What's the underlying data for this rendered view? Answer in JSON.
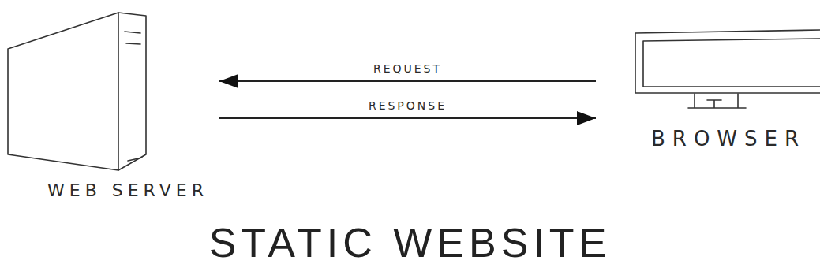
{
  "diagram": {
    "title": "STATIC WEBSITE",
    "nodes": [
      {
        "text": [
          "WEB SERVER"
        ]
      },
      {
        "text": [
          "BROWSER"
        ]
      }
    ],
    "edges": [
      {
        "from": 1,
        "to": 0,
        "label": "REQUEST",
        "arrow": "to"
      },
      {
        "from": 0,
        "to": 1,
        "label": "RESPONSE",
        "arrow": "to"
      }
    ]
  }
}
